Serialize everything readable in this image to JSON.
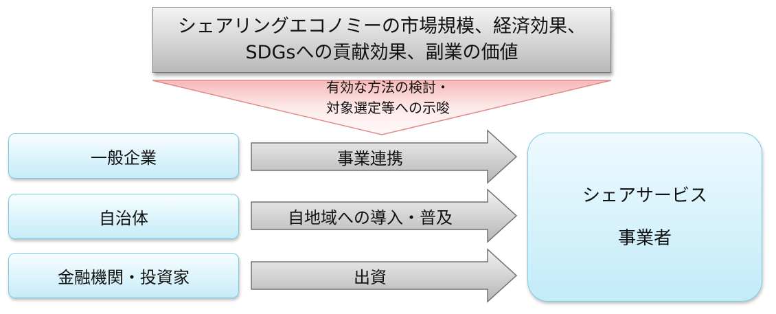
{
  "top": {
    "line1": "シェアリングエコノミーの市場規模、経済効果、",
    "line2": "SDGsへの貢献効果、副業の価値"
  },
  "funnel": {
    "line1": "有効な方法の検討・",
    "line2": "対象選定等への示唆"
  },
  "stakeholders": [
    {
      "label": "一般企業"
    },
    {
      "label": "自治体"
    },
    {
      "label": "金融機関・投資家"
    }
  ],
  "arrows": [
    {
      "label": "事業連携"
    },
    {
      "label": "自地域への導入・普及"
    },
    {
      "label": "出資"
    }
  ],
  "target": {
    "line1": "シェアサービス",
    "line2": "事業者"
  },
  "colors": {
    "funnel_top": "#ffffff",
    "funnel_bottom": "#e88888",
    "box_blue": "#c6ecf8",
    "arrow_gray": "#c0c0c0"
  }
}
